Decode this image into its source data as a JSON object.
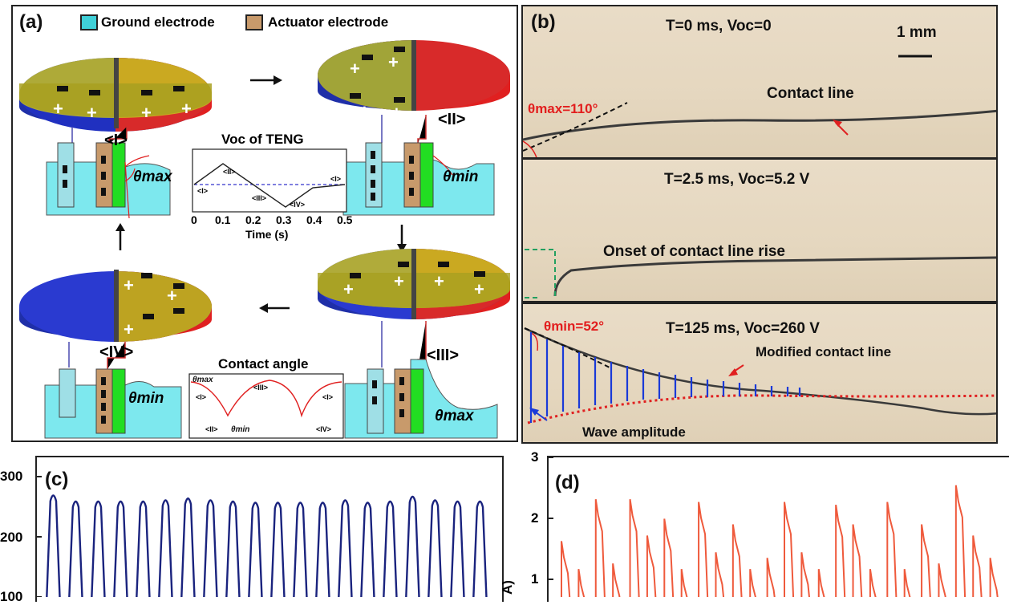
{
  "panel_a": {
    "label": "(a)",
    "legend_ground": "Ground electrode",
    "legend_actuator": "Actuator electrode",
    "state_I": "<I>",
    "state_II": "<II>",
    "state_III": "<III>",
    "state_IV": "<IV>",
    "theta_max": "θmax",
    "theta_min": "θmin",
    "voc_title": "Voc of TENG",
    "voc_xlabel": "Time (s)",
    "voc_ticks": [
      "0",
      "0.1",
      "0.2",
      "0.3",
      "0.4",
      "0.5"
    ],
    "contact_angle_title": "Contact angle",
    "ca_theta_max": "θmax",
    "ca_theta_min": "θmin"
  },
  "panel_b": {
    "label": "(b)",
    "frame1_title": "T=0 ms, Voc=0",
    "scale_bar": "1 mm",
    "frame1_theta": "θmax=110°",
    "frame1_annotation": "Contact line",
    "frame2_title": "T=2.5 ms, Voc=5.2 V",
    "frame2_annotation": "Onset of contact line rise",
    "frame3_title": "T=125 ms, Voc=260 V",
    "frame3_theta": "θmin=52°",
    "frame3_annotation": "Modified contact line",
    "frame3_wave": "Wave amplitude"
  },
  "chart_data": [
    {
      "type": "line",
      "panel": "(c)",
      "y_ticks": [
        "300",
        "200",
        "100"
      ],
      "ylim": [
        100,
        300
      ],
      "color": "#1a237e",
      "series": [
        {
          "peaks": [
            270,
            260,
            260,
            260,
            260,
            262,
            265,
            262,
            260,
            258,
            258,
            258,
            258,
            262,
            258,
            260,
            268,
            262,
            260,
            260
          ]
        }
      ]
    },
    {
      "type": "line",
      "panel": "(d)",
      "y_ticks": [
        "3",
        "2",
        "1"
      ],
      "ylim": [
        0.5,
        3
      ],
      "ylabel_fragment": "A)",
      "color": "#ef5a3c",
      "series": [
        {
          "peaks": [
            1.5,
            1.0,
            2.25,
            1.1,
            2.25,
            1.6,
            1.9,
            1.0,
            2.2,
            1.3,
            1.8,
            1.0,
            1.2,
            2.2,
            1.3,
            1.0,
            2.15,
            1.8,
            1.0,
            2.2,
            1.0,
            1.8,
            1.1,
            2.5,
            1.6,
            1.2
          ]
        }
      ]
    }
  ]
}
